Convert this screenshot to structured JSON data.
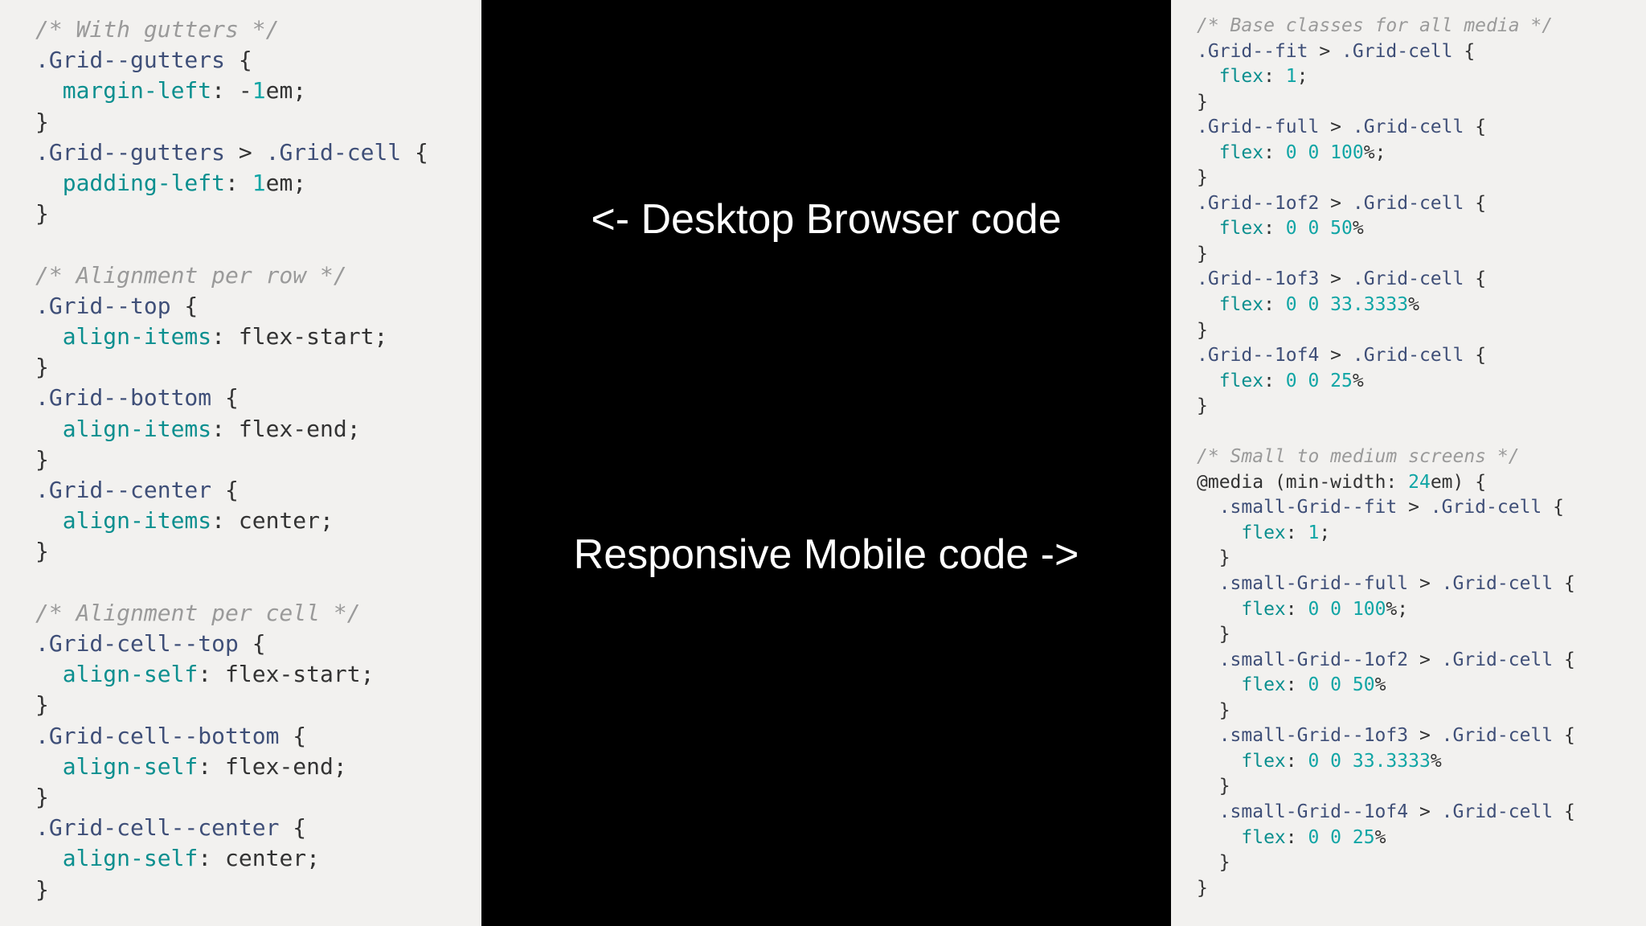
{
  "left_code": [
    [
      {
        "t": "/* With gutters */",
        "c": "comment"
      }
    ],
    [
      {
        "t": ".Grid--gutters",
        "c": "selector"
      },
      {
        "t": " {",
        "c": "punct"
      }
    ],
    [
      {
        "t": "  margin-left",
        "c": "prop"
      },
      {
        "t": ": -",
        "c": "punct"
      },
      {
        "t": "1",
        "c": "num"
      },
      {
        "t": "em;",
        "c": "val"
      }
    ],
    [
      {
        "t": "}",
        "c": "punct"
      }
    ],
    [
      {
        "t": ".Grid--gutters",
        "c": "selector"
      },
      {
        "t": " > ",
        "c": "punct"
      },
      {
        "t": ".Grid-cell",
        "c": "selector"
      },
      {
        "t": " {",
        "c": "punct"
      }
    ],
    [
      {
        "t": "  padding-left",
        "c": "prop"
      },
      {
        "t": ": ",
        "c": "punct"
      },
      {
        "t": "1",
        "c": "num"
      },
      {
        "t": "em;",
        "c": "val"
      }
    ],
    [
      {
        "t": "}",
        "c": "punct"
      }
    ],
    [],
    [
      {
        "t": "/* Alignment per row */",
        "c": "comment"
      }
    ],
    [
      {
        "t": ".Grid--top",
        "c": "selector"
      },
      {
        "t": " {",
        "c": "punct"
      }
    ],
    [
      {
        "t": "  align-items",
        "c": "prop"
      },
      {
        "t": ": flex-start;",
        "c": "val"
      }
    ],
    [
      {
        "t": "}",
        "c": "punct"
      }
    ],
    [
      {
        "t": ".Grid--bottom",
        "c": "selector"
      },
      {
        "t": " {",
        "c": "punct"
      }
    ],
    [
      {
        "t": "  align-items",
        "c": "prop"
      },
      {
        "t": ": flex-end;",
        "c": "val"
      }
    ],
    [
      {
        "t": "}",
        "c": "punct"
      }
    ],
    [
      {
        "t": ".Grid--center",
        "c": "selector"
      },
      {
        "t": " {",
        "c": "punct"
      }
    ],
    [
      {
        "t": "  align-items",
        "c": "prop"
      },
      {
        "t": ": center;",
        "c": "val"
      }
    ],
    [
      {
        "t": "}",
        "c": "punct"
      }
    ],
    [],
    [
      {
        "t": "/* Alignment per cell */",
        "c": "comment"
      }
    ],
    [
      {
        "t": ".Grid-cell--top",
        "c": "selector"
      },
      {
        "t": " {",
        "c": "punct"
      }
    ],
    [
      {
        "t": "  align-self",
        "c": "prop"
      },
      {
        "t": ": flex-start;",
        "c": "val"
      }
    ],
    [
      {
        "t": "}",
        "c": "punct"
      }
    ],
    [
      {
        "t": ".Grid-cell--bottom",
        "c": "selector"
      },
      {
        "t": " {",
        "c": "punct"
      }
    ],
    [
      {
        "t": "  align-self",
        "c": "prop"
      },
      {
        "t": ": flex-end;",
        "c": "val"
      }
    ],
    [
      {
        "t": "}",
        "c": "punct"
      }
    ],
    [
      {
        "t": ".Grid-cell--center",
        "c": "selector"
      },
      {
        "t": " {",
        "c": "punct"
      }
    ],
    [
      {
        "t": "  align-self",
        "c": "prop"
      },
      {
        "t": ": center;",
        "c": "val"
      }
    ],
    [
      {
        "t": "}",
        "c": "punct"
      }
    ]
  ],
  "right_code": [
    [
      {
        "t": "/* Base classes for all media */",
        "c": "comment"
      }
    ],
    [
      {
        "t": ".Grid--fit",
        "c": "selector"
      },
      {
        "t": " > ",
        "c": "punct"
      },
      {
        "t": ".Grid-cell",
        "c": "selector"
      },
      {
        "t": " {",
        "c": "punct"
      }
    ],
    [
      {
        "t": "  flex",
        "c": "prop"
      },
      {
        "t": ": ",
        "c": "punct"
      },
      {
        "t": "1",
        "c": "num"
      },
      {
        "t": ";",
        "c": "punct"
      }
    ],
    [
      {
        "t": "}",
        "c": "punct"
      }
    ],
    [
      {
        "t": ".Grid--full",
        "c": "selector"
      },
      {
        "t": " > ",
        "c": "punct"
      },
      {
        "t": ".Grid-cell",
        "c": "selector"
      },
      {
        "t": " {",
        "c": "punct"
      }
    ],
    [
      {
        "t": "  flex",
        "c": "prop"
      },
      {
        "t": ": ",
        "c": "punct"
      },
      {
        "t": "0 0 100",
        "c": "num"
      },
      {
        "t": "%;",
        "c": "punct"
      }
    ],
    [
      {
        "t": "}",
        "c": "punct"
      }
    ],
    [
      {
        "t": ".Grid--1of2",
        "c": "selector"
      },
      {
        "t": " > ",
        "c": "punct"
      },
      {
        "t": ".Grid-cell",
        "c": "selector"
      },
      {
        "t": " {",
        "c": "punct"
      }
    ],
    [
      {
        "t": "  flex",
        "c": "prop"
      },
      {
        "t": ": ",
        "c": "punct"
      },
      {
        "t": "0 0 50",
        "c": "num"
      },
      {
        "t": "%",
        "c": "punct"
      }
    ],
    [
      {
        "t": "}",
        "c": "punct"
      }
    ],
    [
      {
        "t": ".Grid--1of3",
        "c": "selector"
      },
      {
        "t": " > ",
        "c": "punct"
      },
      {
        "t": ".Grid-cell",
        "c": "selector"
      },
      {
        "t": " {",
        "c": "punct"
      }
    ],
    [
      {
        "t": "  flex",
        "c": "prop"
      },
      {
        "t": ": ",
        "c": "punct"
      },
      {
        "t": "0 0 33.3333",
        "c": "num"
      },
      {
        "t": "%",
        "c": "punct"
      }
    ],
    [
      {
        "t": "}",
        "c": "punct"
      }
    ],
    [
      {
        "t": ".Grid--1of4",
        "c": "selector"
      },
      {
        "t": " > ",
        "c": "punct"
      },
      {
        "t": ".Grid-cell",
        "c": "selector"
      },
      {
        "t": " {",
        "c": "punct"
      }
    ],
    [
      {
        "t": "  flex",
        "c": "prop"
      },
      {
        "t": ": ",
        "c": "punct"
      },
      {
        "t": "0 0 25",
        "c": "num"
      },
      {
        "t": "%",
        "c": "punct"
      }
    ],
    [
      {
        "t": "}",
        "c": "punct"
      }
    ],
    [],
    [
      {
        "t": "/* Small to medium screens */",
        "c": "comment"
      }
    ],
    [
      {
        "t": "@media",
        "c": "kw"
      },
      {
        "t": " (min-width: ",
        "c": "punct"
      },
      {
        "t": "24",
        "c": "num"
      },
      {
        "t": "em) {",
        "c": "punct"
      }
    ],
    [
      {
        "t": "  .small-Grid--fit",
        "c": "selector"
      },
      {
        "t": " > ",
        "c": "punct"
      },
      {
        "t": ".Grid-cell",
        "c": "selector"
      },
      {
        "t": " {",
        "c": "punct"
      }
    ],
    [
      {
        "t": "    flex",
        "c": "prop"
      },
      {
        "t": ": ",
        "c": "punct"
      },
      {
        "t": "1",
        "c": "num"
      },
      {
        "t": ";",
        "c": "punct"
      }
    ],
    [
      {
        "t": "  }",
        "c": "punct"
      }
    ],
    [
      {
        "t": "  .small-Grid--full",
        "c": "selector"
      },
      {
        "t": " > ",
        "c": "punct"
      },
      {
        "t": ".Grid-cell",
        "c": "selector"
      },
      {
        "t": " {",
        "c": "punct"
      }
    ],
    [
      {
        "t": "    flex",
        "c": "prop"
      },
      {
        "t": ": ",
        "c": "punct"
      },
      {
        "t": "0 0 100",
        "c": "num"
      },
      {
        "t": "%;",
        "c": "punct"
      }
    ],
    [
      {
        "t": "  }",
        "c": "punct"
      }
    ],
    [
      {
        "t": "  .small-Grid--1of2",
        "c": "selector"
      },
      {
        "t": " > ",
        "c": "punct"
      },
      {
        "t": ".Grid-cell",
        "c": "selector"
      },
      {
        "t": " {",
        "c": "punct"
      }
    ],
    [
      {
        "t": "    flex",
        "c": "prop"
      },
      {
        "t": ": ",
        "c": "punct"
      },
      {
        "t": "0 0 50",
        "c": "num"
      },
      {
        "t": "%",
        "c": "punct"
      }
    ],
    [
      {
        "t": "  }",
        "c": "punct"
      }
    ],
    [
      {
        "t": "  .small-Grid--1of3",
        "c": "selector"
      },
      {
        "t": " > ",
        "c": "punct"
      },
      {
        "t": ".Grid-cell",
        "c": "selector"
      },
      {
        "t": " {",
        "c": "punct"
      }
    ],
    [
      {
        "t": "    flex",
        "c": "prop"
      },
      {
        "t": ": ",
        "c": "punct"
      },
      {
        "t": "0 0 33.3333",
        "c": "num"
      },
      {
        "t": "%",
        "c": "punct"
      }
    ],
    [
      {
        "t": "  }",
        "c": "punct"
      }
    ],
    [
      {
        "t": "  .small-Grid--1of4",
        "c": "selector"
      },
      {
        "t": " > ",
        "c": "punct"
      },
      {
        "t": ".Grid-cell",
        "c": "selector"
      },
      {
        "t": " {",
        "c": "punct"
      }
    ],
    [
      {
        "t": "    flex",
        "c": "prop"
      },
      {
        "t": ": ",
        "c": "punct"
      },
      {
        "t": "0 0 25",
        "c": "num"
      },
      {
        "t": "%",
        "c": "punct"
      }
    ],
    [
      {
        "t": "  }",
        "c": "punct"
      }
    ],
    [
      {
        "t": "}",
        "c": "punct"
      }
    ]
  ],
  "captions": {
    "desktop": "<- Desktop Browser code",
    "mobile": "Responsive Mobile code ->"
  },
  "colors": {
    "panel_bg": "#f2f1ef",
    "center_bg": "#000000",
    "comment": "#9a9a9a",
    "selector": "#3f4f78",
    "property": "#0b8f8f",
    "number": "#10a5a5",
    "text": "#333333"
  }
}
